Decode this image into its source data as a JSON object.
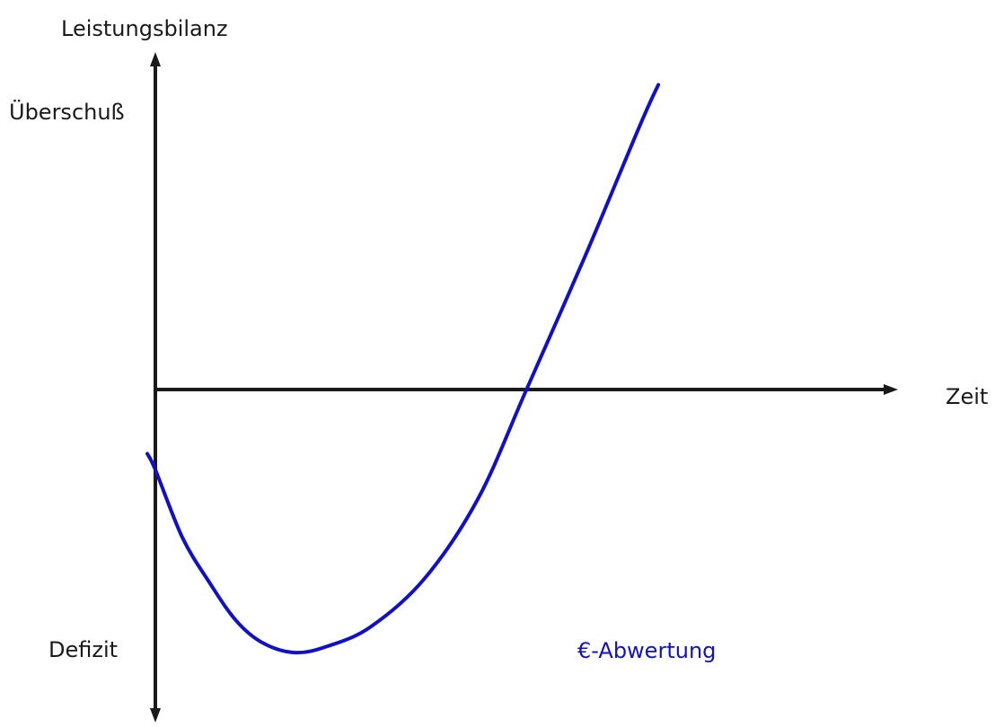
{
  "chart_data": {
    "type": "line",
    "title": "",
    "ylabel": "Leistungsbilanz",
    "xlabel": "Zeit",
    "y_top_label": "Überschuß",
    "y_bottom_label": "Defizit",
    "annotation": "€-Abwertung",
    "xlim": [
      0,
      10
    ],
    "ylim": [
      -4.6,
      5.1
    ],
    "grid": false,
    "series": [
      {
        "name": "",
        "color": "#1010cc",
        "x": [
          -0.15,
          0,
          0.5,
          1.0,
          1.5,
          2.0,
          2.6,
          3.2,
          4.0,
          5.0,
          6.0,
          6.9,
          8.0,
          9.0,
          9.35
        ],
        "y": [
          -1.0,
          -1.25,
          -2.3,
          -3.0,
          -3.6,
          -3.95,
          -4.1,
          -4.0,
          -3.7,
          -2.95,
          -1.7,
          0.0,
          2.1,
          4.1,
          4.75
        ]
      }
    ]
  }
}
